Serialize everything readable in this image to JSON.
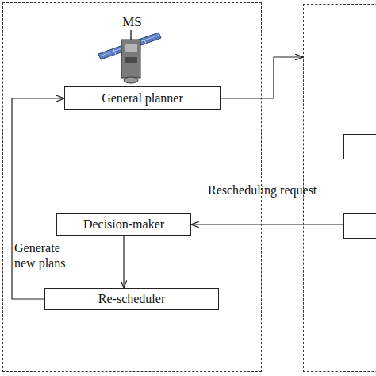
{
  "diagram": {
    "nodes": [
      {
        "text": [
          "MS"
        ]
      },
      {
        "text": [
          "General planner"
        ],
        "in": 0
      },
      {
        "text": [
          "Decision-maker"
        ],
        "in": 0
      },
      {
        "text": [
          "Re-scheduler"
        ],
        "in": 0
      },
      {
        "text": []
      },
      {
        "text": [],
        "in": 4
      },
      {
        "text": [],
        "in": 4
      }
    ],
    "edges": [
      {
        "from": 1,
        "to": 4,
        "arrow": "to"
      },
      {
        "from": 6,
        "to": 2,
        "arrow": "to",
        "label": "Rescheduling request"
      },
      {
        "from": 2,
        "to": 3,
        "arrow": "to"
      },
      {
        "from": 3,
        "to": 1,
        "arrow": "to",
        "label": "Generate new plans"
      }
    ]
  }
}
